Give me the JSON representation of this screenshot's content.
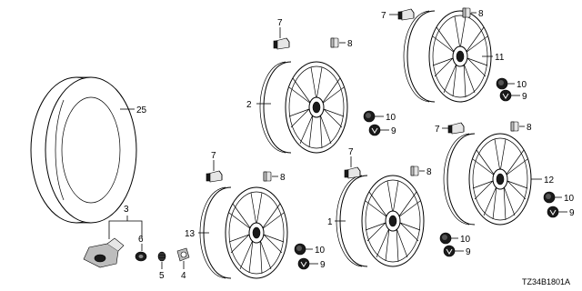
{
  "diagram": {
    "reference_code": "TZ34B1801A",
    "callouts": {
      "tire": "25",
      "tpms_assembly": "3",
      "valve_cap": "5",
      "valve_nut": "4",
      "valve_grommet": "6",
      "wheel_2": "2",
      "wheel_11": "11",
      "wheel_12": "12",
      "wheel_13": "13",
      "wheel_1": "1",
      "weight_clip_a": "7",
      "weight_clip_b": "7",
      "weight_clip_c": "7",
      "weight_clip_d": "7",
      "weight_clip_e": "7",
      "weight_block_a": "8",
      "weight_block_b": "8",
      "weight_block_c": "8",
      "weight_block_d": "8",
      "weight_block_e": "8",
      "cap_a": "10",
      "cap_b": "10",
      "cap_c": "10",
      "cap_d": "10",
      "cap_e": "10",
      "emblem_a": "9",
      "emblem_b": "9",
      "emblem_c": "9",
      "emblem_d": "9",
      "emblem_e": "9"
    }
  }
}
